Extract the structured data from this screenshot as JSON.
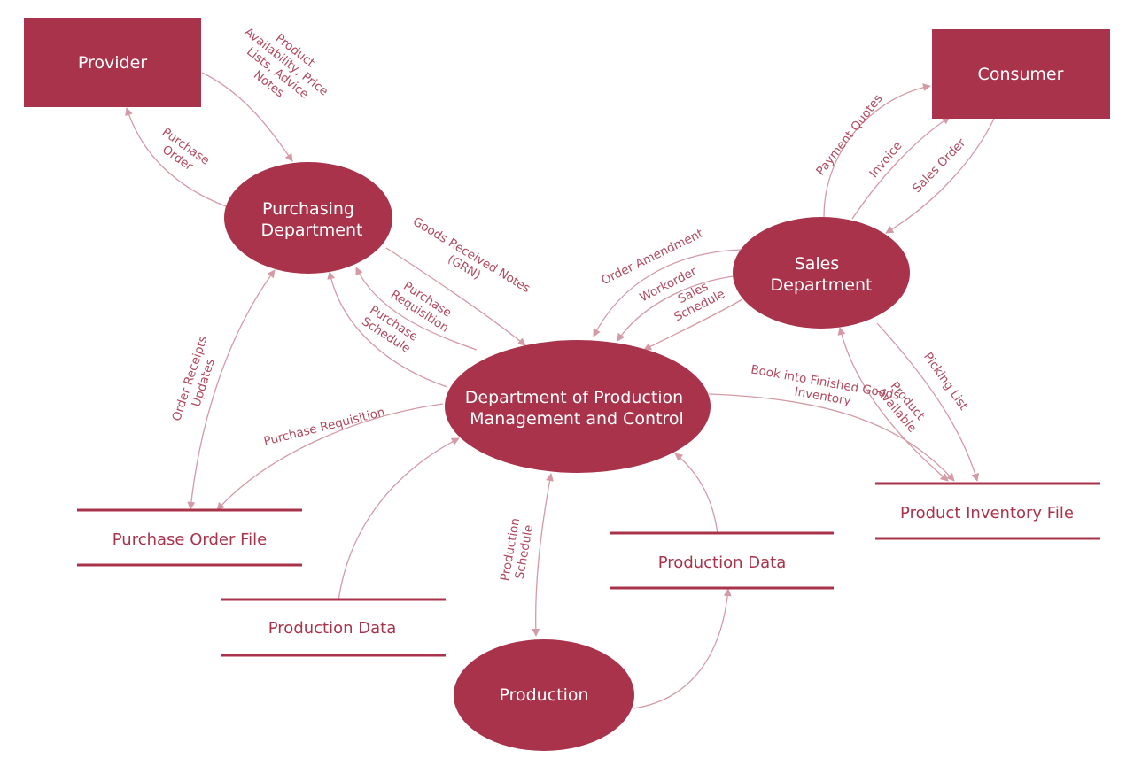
{
  "diagram": {
    "entities": {
      "provider": "Provider",
      "consumer": "Consumer"
    },
    "processes": {
      "purchasing": [
        "Purchasing",
        "Department"
      ],
      "sales": [
        "Sales",
        "Department"
      ],
      "central": [
        "Department of Production",
        "Management and Control"
      ],
      "production": "Production"
    },
    "stores": {
      "purchase_order_file": "Purchase Order File",
      "production_data_left": "Production Data",
      "production_data_right": "Production Data",
      "product_inventory_file": "Product Inventory File"
    },
    "flows": {
      "product_availability": [
        "Product",
        "Availability, Price",
        "Lists, Advice",
        "Notes"
      ],
      "purchase_order": [
        "Purchase",
        "Order"
      ],
      "goods_received": [
        "Goods Received Notes",
        "(GRN)"
      ],
      "purchase_requisition_a": [
        "Purchase",
        "Requisition"
      ],
      "purchase_schedule": [
        "Purchase",
        "Schedule"
      ],
      "order_receipts": [
        "Order Receipts",
        "Updates"
      ],
      "purchase_requisition_b": "Purchase Requisition",
      "payment_quotes": "Payment Quotes",
      "invoice": "Invoice",
      "sales_order": "Sales Order",
      "order_amendment": "Order Amendment",
      "workorder": "Workorder",
      "sales_schedule": [
        "Sales",
        "Schedule"
      ],
      "book_into": [
        "Book into Finished Goods",
        "Inventory"
      ],
      "product_available": [
        "Product",
        "Available"
      ],
      "picking_list": "Picking List",
      "production_schedule": [
        "Production",
        "Schedule"
      ]
    }
  },
  "colors": {
    "node": "#a8334b",
    "flow": "#d49aa6",
    "label": "#b04a60"
  }
}
